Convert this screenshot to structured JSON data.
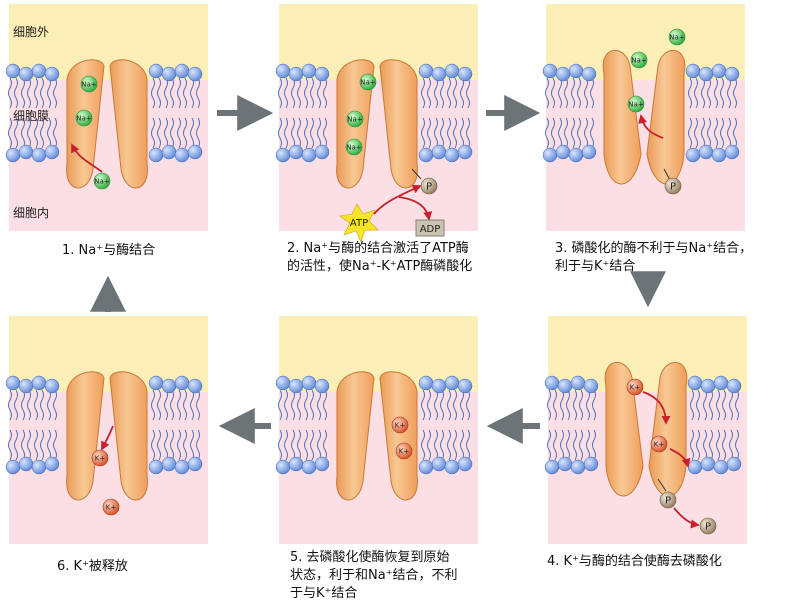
{
  "labels": {
    "outside": "细胞外",
    "membrane": "细胞膜",
    "inside": "细胞内"
  },
  "ions": {
    "na": "Na+",
    "k": "K+",
    "p": "P",
    "atp": "ATP",
    "adp": "ADP"
  },
  "captions": [
    "1. Na⁺与酶结合",
    "2. Na⁺与酶的结合激活了ATP酶\n的活性，使Na⁺-K⁺ATP酶磷酸化",
    "3. 磷酸化的酶不利于与Na⁺结合，\n利于与K⁺结合",
    "4. K⁺与酶的结合使酶去磷酸化",
    "5. 去磷酸化使酶恢复到原始\n状态，利于和Na⁺结合，不利\n于与K⁺结合",
    "6. K⁺被释放"
  ],
  "colors": {
    "extracellular": "#fbefb7",
    "intracellular": "#fbdfe5",
    "lipid_head": "#7aa2e6",
    "protein": "#f4b77e",
    "sodium": "#5ccf5a",
    "potassium": "#e06a3a",
    "phosphate": "#b8a58a",
    "arrow": "#6c7478",
    "red_arrow": "#c8202d"
  }
}
